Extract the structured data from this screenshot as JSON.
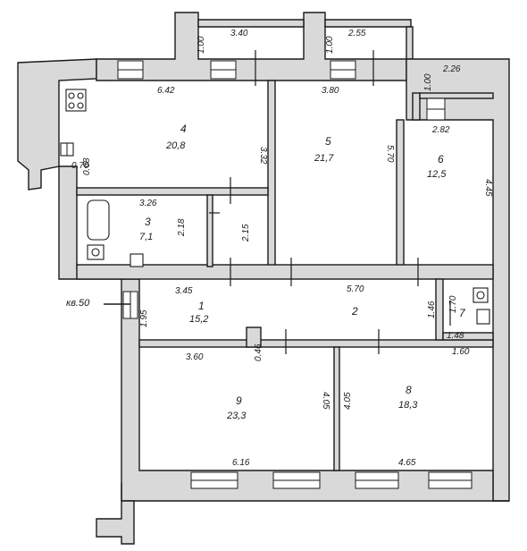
{
  "plan": {
    "apartment_label": "кв.50",
    "rooms": [
      {
        "num": "1",
        "area": "15,2"
      },
      {
        "num": "2",
        "area": ""
      },
      {
        "num": "3",
        "area": "7,1"
      },
      {
        "num": "4",
        "area": "20,8"
      },
      {
        "num": "5",
        "area": "21,7"
      },
      {
        "num": "6",
        "area": "12,5"
      },
      {
        "num": "7",
        "area": ""
      },
      {
        "num": "8",
        "area": "18,3"
      },
      {
        "num": "9",
        "area": "23,3"
      }
    ],
    "dimensions": [
      "1.00",
      "3.40",
      "1.00",
      "2.55",
      "2.26",
      "1.00",
      "6.42",
      "3.80",
      "2.82",
      "3.32",
      "5.70",
      "4.45",
      "0.70",
      "0.68",
      "3.26",
      "2.18",
      "2.15",
      "3.45",
      "5.70",
      "1.95",
      "1.46",
      "1.70",
      "1.48",
      "0.46",
      "3.60",
      "4.05",
      "4.05",
      "1.60",
      "6.16",
      "4.65"
    ]
  }
}
